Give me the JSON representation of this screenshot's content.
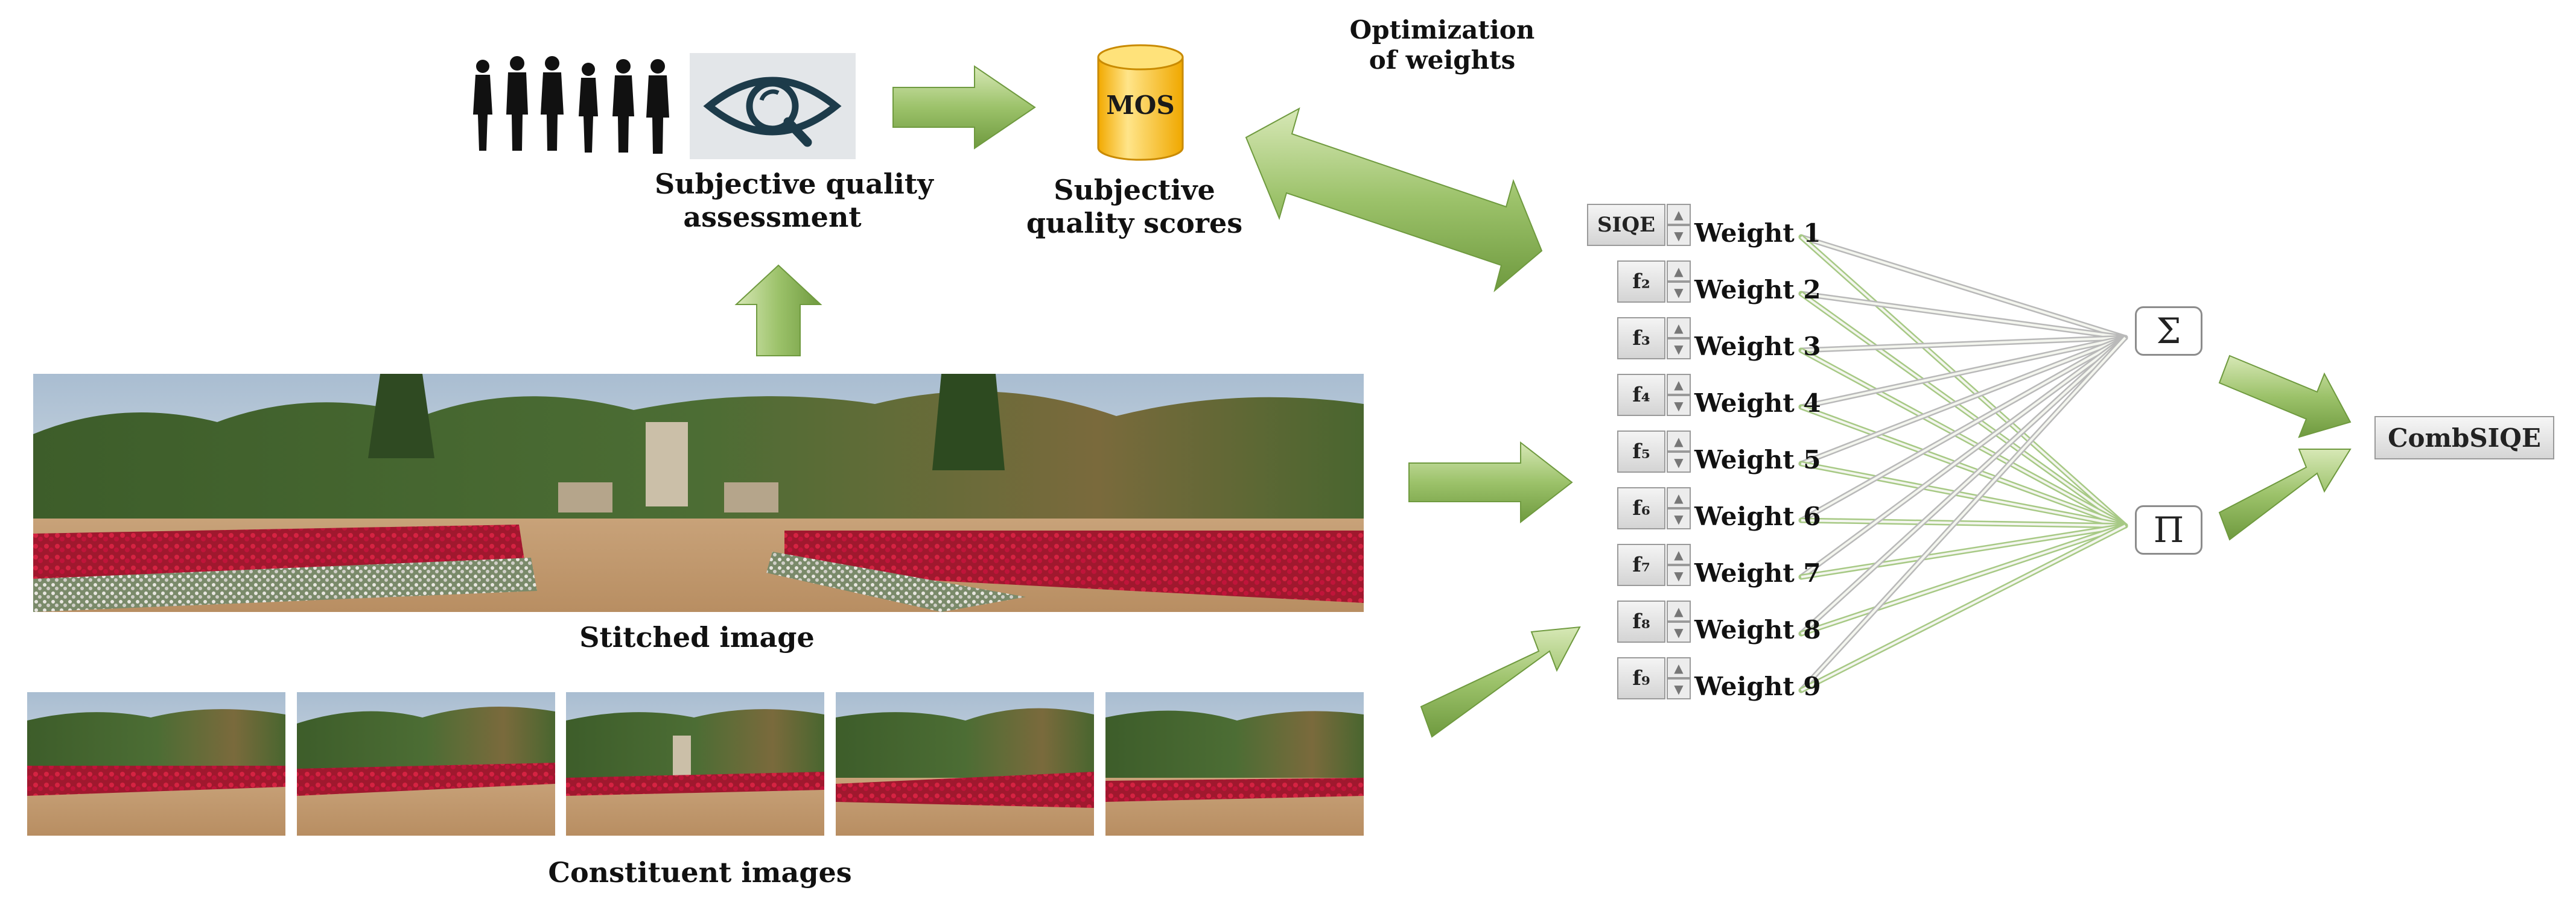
{
  "assessment": {
    "subjective_label_line1": "Subjective quality",
    "subjective_label_line2": "assessment",
    "mos_text": "MOS",
    "scores_label_line1": "Subjective",
    "scores_label_line2": "quality scores",
    "optimization_line1": "Optimization",
    "optimization_line2": "of weights"
  },
  "images": {
    "stitched_label": "Stitched image",
    "constituent_label": "Constituent images"
  },
  "features": [
    {
      "name": "SIQE",
      "weight": "Weight 1"
    },
    {
      "name": "f₂",
      "weight": "Weight 2"
    },
    {
      "name": "f₃",
      "weight": "Weight 3"
    },
    {
      "name": "f₄",
      "weight": "Weight 4"
    },
    {
      "name": "f₅",
      "weight": "Weight 5"
    },
    {
      "name": "f₆",
      "weight": "Weight 6"
    },
    {
      "name": "f₇",
      "weight": "Weight 7"
    },
    {
      "name": "f₈",
      "weight": "Weight 8"
    },
    {
      "name": "f₉",
      "weight": "Weight 9"
    }
  ],
  "operators": {
    "sum_symbol": "Σ",
    "product_symbol": "Π"
  },
  "result": {
    "label": "CombSIQE"
  },
  "colors": {
    "arrow_green": "#8db65a",
    "arrow_green_light": "#cfe2a9",
    "cylinder_yellow": "#f7c522",
    "line_gray": "#b9b9b9",
    "line_green": "#a7c985"
  }
}
